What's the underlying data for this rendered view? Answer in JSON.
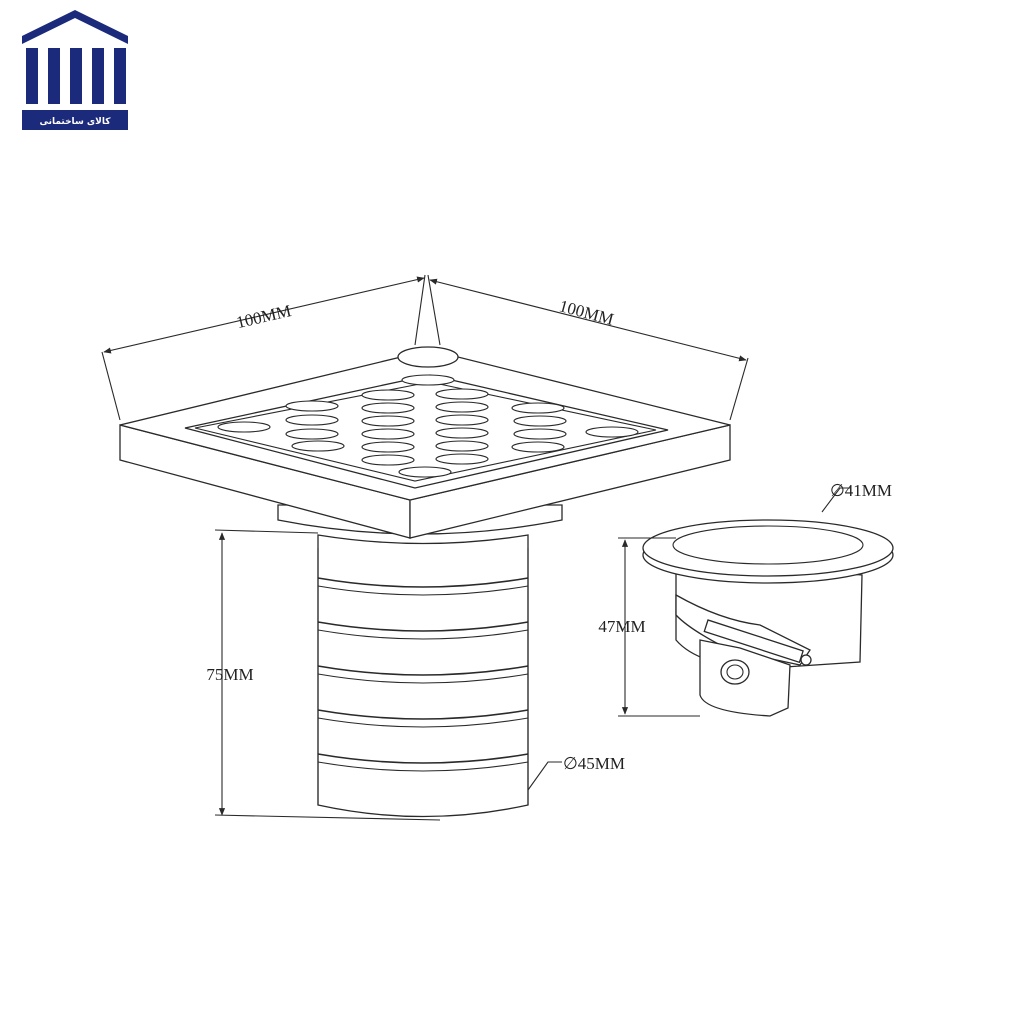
{
  "logo": {
    "tagline": "کالای ساختمانی",
    "brand_color": "#1b2a7a"
  },
  "dimensions": {
    "width_left": "100MM",
    "width_right": "100MM",
    "body_height": "75MM",
    "body_diameter": "∅45MM",
    "insert_diameter": "∅41MM",
    "insert_height": "47MM"
  },
  "colors": {
    "line": "#2a2a2a",
    "background": "#ffffff"
  }
}
